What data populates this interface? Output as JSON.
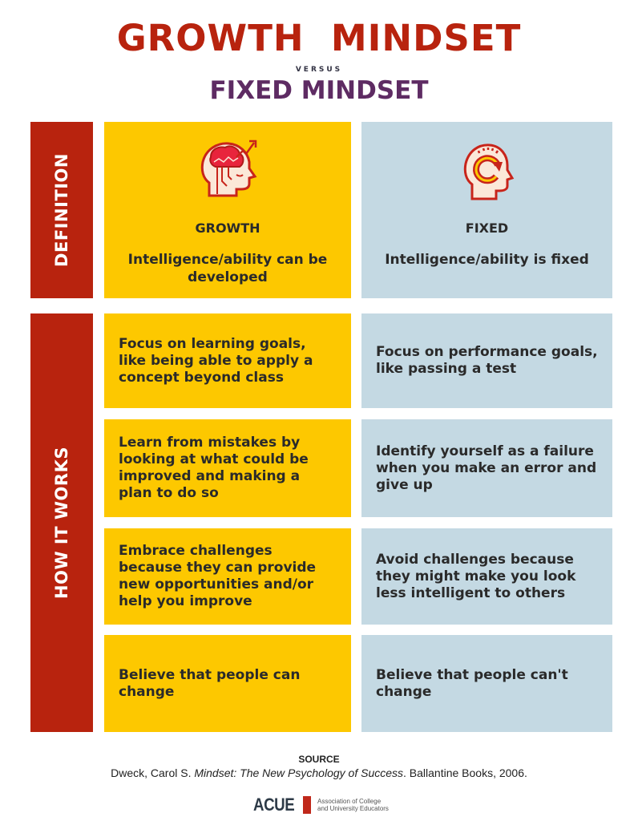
{
  "header": {
    "title_growth": "GROWTH  MINDSET",
    "versus": "VERSUS",
    "title_fixed": "FIXED MINDSET"
  },
  "sections": {
    "definition_label": "DEFINITION",
    "how_it_works_label": "HOW IT WORKS"
  },
  "definition": {
    "growth": {
      "icon": "growth-brain-head-icon",
      "heading": "GROWTH",
      "text": "Intelligence/ability can be developed"
    },
    "fixed": {
      "icon": "fixed-cycle-head-icon",
      "heading": "FIXED",
      "text": "Intelligence/ability is fixed"
    }
  },
  "how_it_works": [
    {
      "growth": "Focus on learning goals, like being able to apply a concept beyond class",
      "fixed": "Focus on performance goals, like passing a test"
    },
    {
      "growth": "Learn from mistakes by looking at what could be improved and making a plan to do so",
      "fixed": "Identify yourself as a failure when you make an error and give up"
    },
    {
      "growth": "Embrace challenges because they can provide new opportunities and/or help you improve",
      "fixed": "Avoid challenges because they might make you look less intelligent to others"
    },
    {
      "growth": "Believe that people can change",
      "fixed": "Believe that people can't change"
    }
  ],
  "source": {
    "label": "SOURCE",
    "author": "Dweck, Carol S. ",
    "title": "Mindset: The New Psychology of Success",
    "publisher": ". Ballantine Books, 2006."
  },
  "footer": {
    "logo_text": "ACUE",
    "org_line1": "Association of College",
    "org_line2": "and University Educators"
  },
  "colors": {
    "growth_red": "#b8230e",
    "fixed_purple": "#5e2b63",
    "growth_yellow": "#fdc800",
    "fixed_blue": "#c4d9e3"
  }
}
